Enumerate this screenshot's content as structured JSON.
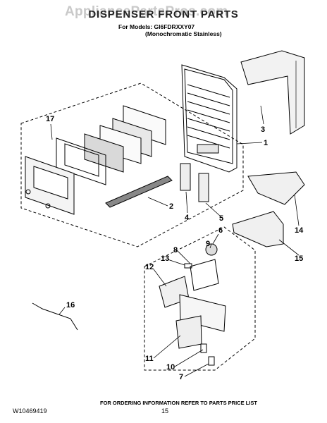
{
  "watermark": "AppliancePartsPros.com",
  "header": {
    "title": "DISPENSER FRONT PARTS",
    "models_line": "For Models: GI6FDRXXY07",
    "variant_line": "(Monochromatic Stainless)"
  },
  "callouts": [
    "1",
    "2",
    "3",
    "4",
    "5",
    "6",
    "7",
    "8",
    "9",
    "10",
    "11",
    "12",
    "13",
    "14",
    "15",
    "16",
    "17"
  ],
  "footer": {
    "doc_number": "W10469419",
    "page_number": "15",
    "note": "FOR ORDERING INFORMATION REFER TO PARTS PRICE LIST"
  }
}
